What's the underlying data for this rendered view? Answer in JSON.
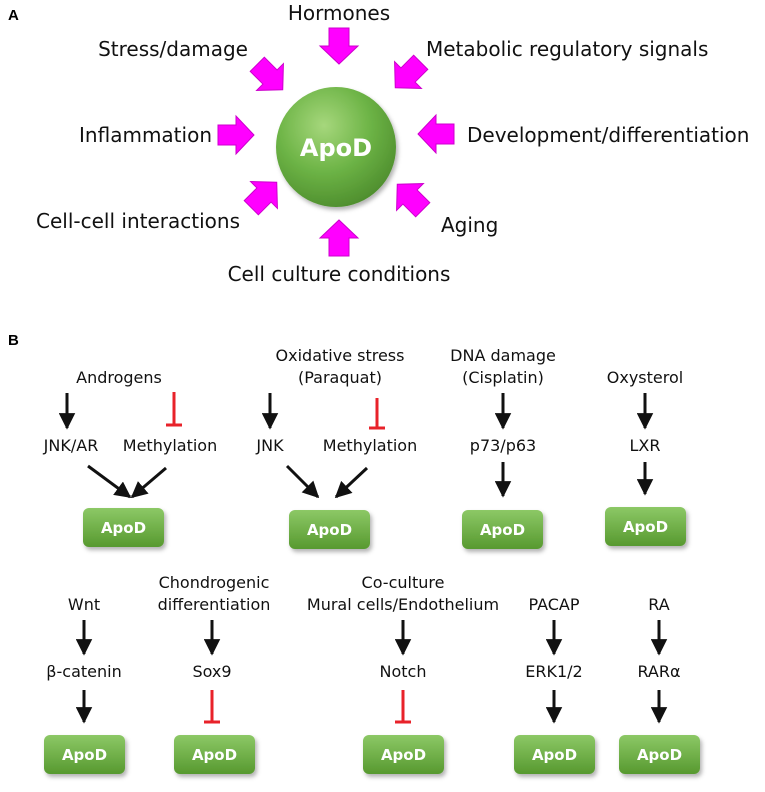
{
  "panel_a": {
    "label": "A",
    "center": "ApoD",
    "inputs": {
      "top": "Hormones",
      "top_left": "Stress/damage",
      "top_right": "Metabolic regulatory signals",
      "left": "Inflammation",
      "right": "Development/differentiation",
      "bottom_left": "Cell-cell interactions",
      "bottom_right": "Aging",
      "bottom": "Cell culture conditions"
    }
  },
  "panel_b": {
    "label": "B",
    "androgens": {
      "source": "Androgens",
      "left": "JNK/AR",
      "right": "Methylation",
      "target": "ApoD"
    },
    "oxidative": {
      "source_line1": "Oxidative stress",
      "source_line2": "(Paraquat)",
      "left": "JNK",
      "right": "Methylation",
      "target": "ApoD"
    },
    "dna_damage": {
      "source_line1": "DNA damage",
      "source_line2": "(Cisplatin)",
      "mid": "p73/p63",
      "target": "ApoD"
    },
    "oxysterol": {
      "source": "Oxysterol",
      "mid": "LXR",
      "target": "ApoD"
    },
    "wnt": {
      "source": "Wnt",
      "mid": "β-catenin",
      "target": "ApoD"
    },
    "chondro": {
      "source_line1": "Chondrogenic",
      "source_line2": "differentiation",
      "mid": "Sox9",
      "target": "ApoD"
    },
    "coculture": {
      "source_line1": "Co-culture",
      "source_line2": "Mural cells/Endothelium",
      "mid": "Notch",
      "target": "ApoD"
    },
    "pacap": {
      "source": "PACAP",
      "mid": "ERK1/2",
      "target": "ApoD"
    },
    "ra": {
      "source": "RA",
      "mid": "RARα",
      "target": "ApoD"
    }
  },
  "colors": {
    "input_arrow": "#ff00ff",
    "activation": "#111111",
    "inhibition": "#e8222a",
    "apod_green": "#66ad3f"
  }
}
